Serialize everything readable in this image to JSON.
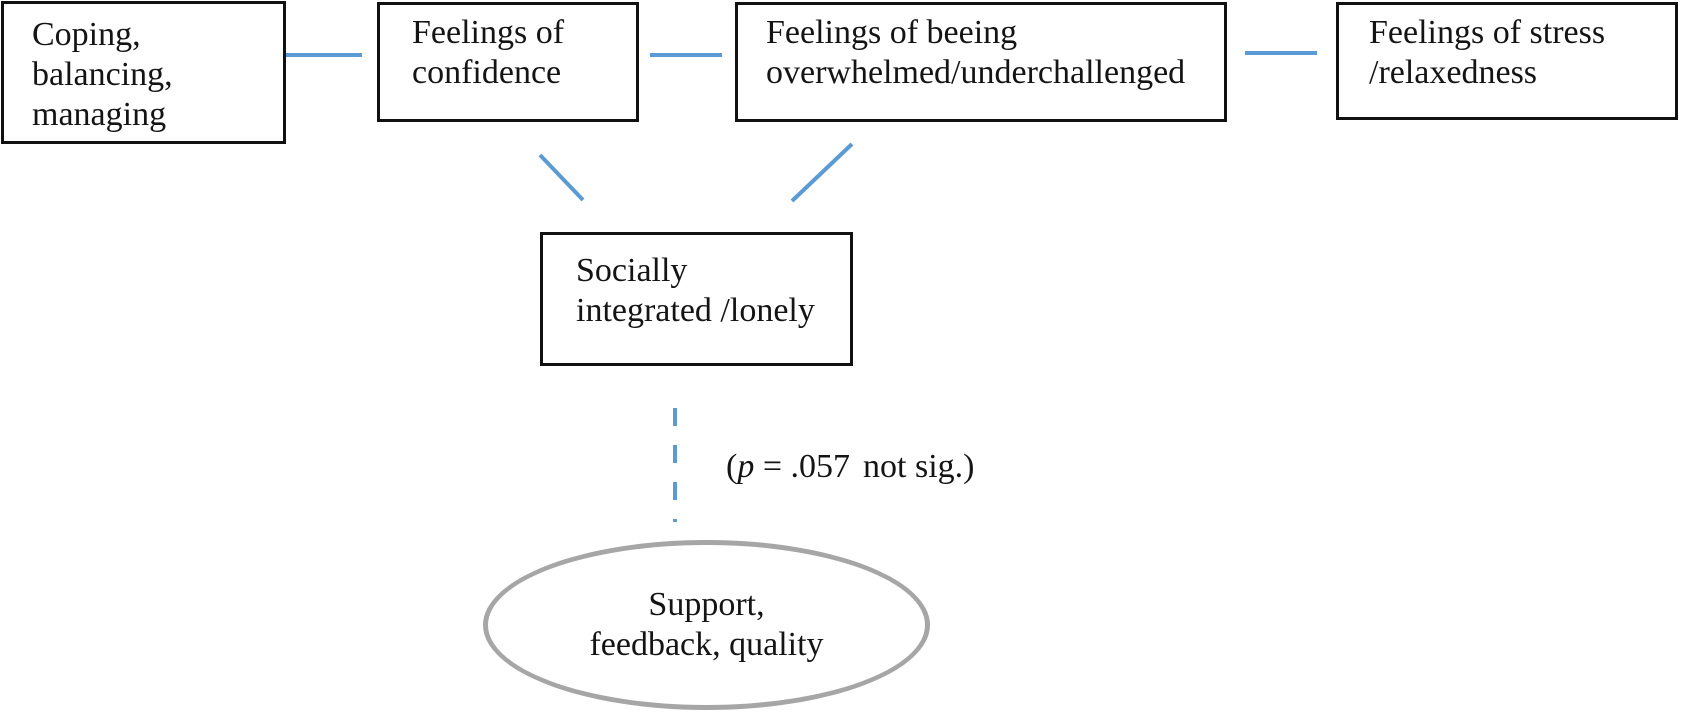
{
  "diagram": {
    "boxes": {
      "coping": {
        "lines": [
          "Coping,",
          "balancing,",
          "managing"
        ]
      },
      "confidence": {
        "lines": [
          "Feelings of",
          "confidence"
        ]
      },
      "overwhelmed": {
        "lines": [
          "Feelings of beeing",
          "overwhelmed/underchallenged"
        ]
      },
      "stress": {
        "lines": [
          "Feelings of stress",
          "/relaxedness"
        ]
      },
      "social": {
        "lines": [
          "Socially",
          "integrated /lonely"
        ]
      }
    },
    "ellipse": {
      "lines": [
        "Support,",
        "feedback, quality"
      ]
    },
    "annotation": {
      "open": "(",
      "p": "p",
      "mid": " = .057",
      "end": "not sig.)"
    },
    "colors": {
      "connector_blue": "#5b9bd5",
      "ellipse_gray": "#a6a6a6",
      "box_border": "#111111",
      "text_color": "#141414"
    }
  }
}
